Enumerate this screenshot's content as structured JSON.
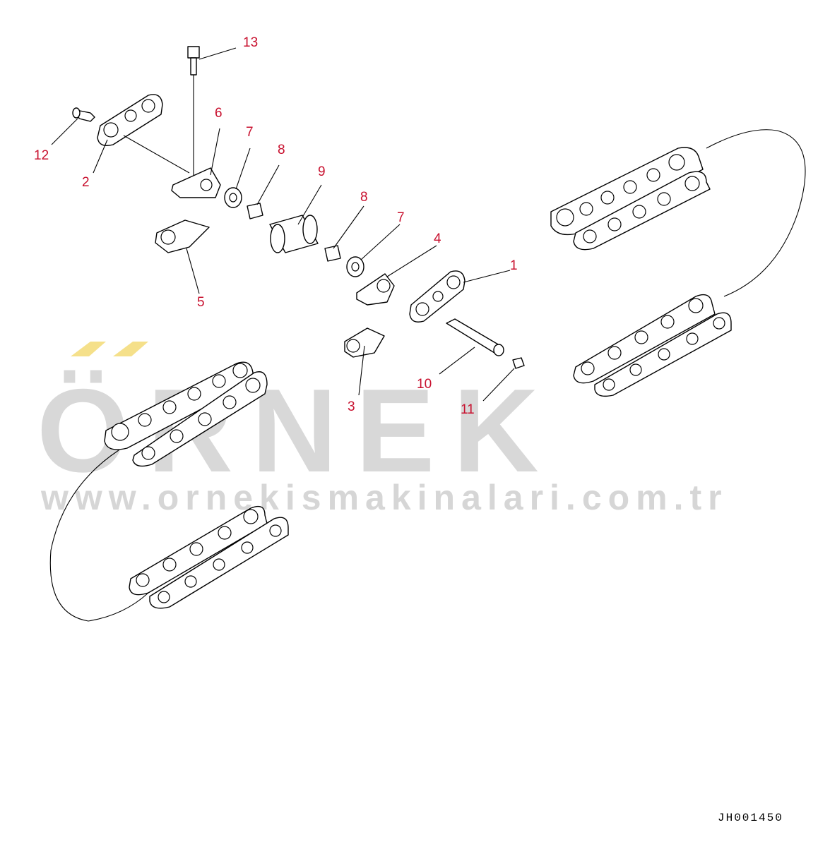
{
  "watermark": {
    "brand": "ÖRNEK",
    "url": "www.ornekismakinalari.com.tr",
    "brand_color": "#d8d8d8",
    "accent_color": "#f5e08a"
  },
  "drawing_id": "JH001450",
  "callout_color": "#c8102e",
  "callouts": {
    "c1": "1",
    "c2": "2",
    "c3": "3",
    "c4": "4",
    "c5": "5",
    "c6": "6",
    "c7a": "7",
    "c7b": "7",
    "c8a": "8",
    "c8b": "8",
    "c9": "9",
    "c10": "10",
    "c11": "11",
    "c12": "12",
    "c13": "13"
  }
}
